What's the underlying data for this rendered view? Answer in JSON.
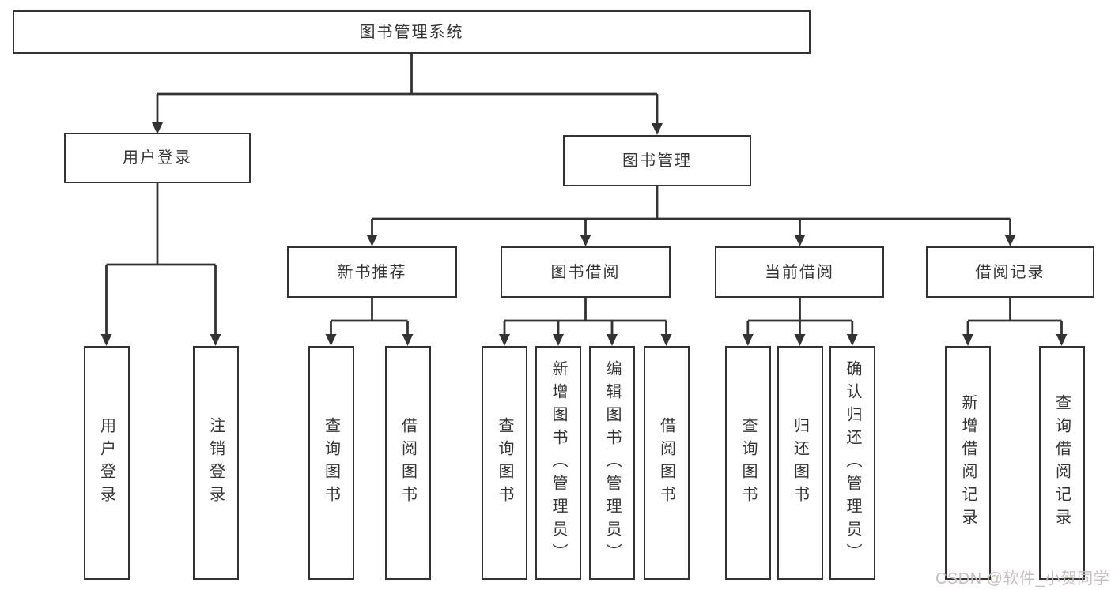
{
  "tree": {
    "label": "图书管理系统",
    "children": [
      {
        "label": "用户登录",
        "children": [
          {
            "label": "用户登录"
          },
          {
            "label": "注销登录"
          }
        ]
      },
      {
        "label": "图书管理",
        "children": [
          {
            "label": "新书推荐",
            "children": [
              {
                "label": "查询图书"
              },
              {
                "label": "借阅图书"
              }
            ]
          },
          {
            "label": "图书借阅",
            "children": [
              {
                "label": "查询图书"
              },
              {
                "label": "新增图书（管理员）"
              },
              {
                "label": "编辑图书（管理员）"
              },
              {
                "label": "借阅图书"
              }
            ]
          },
          {
            "label": "当前借阅",
            "children": [
              {
                "label": "查询图书"
              },
              {
                "label": "归还图书"
              },
              {
                "label": "确认归还（管理员）"
              }
            ]
          },
          {
            "label": "借阅记录",
            "children": [
              {
                "label": "新增借阅记录"
              },
              {
                "label": "查询借阅记录"
              }
            ]
          }
        ]
      }
    ]
  },
  "watermark": {
    "text": "CSDN @软件_小贺同学"
  },
  "colors": {
    "line": "#333333",
    "text": "#333333",
    "box_background": "#ffffff",
    "watermark": "#c4bebe",
    "background": "#ffffff"
  }
}
